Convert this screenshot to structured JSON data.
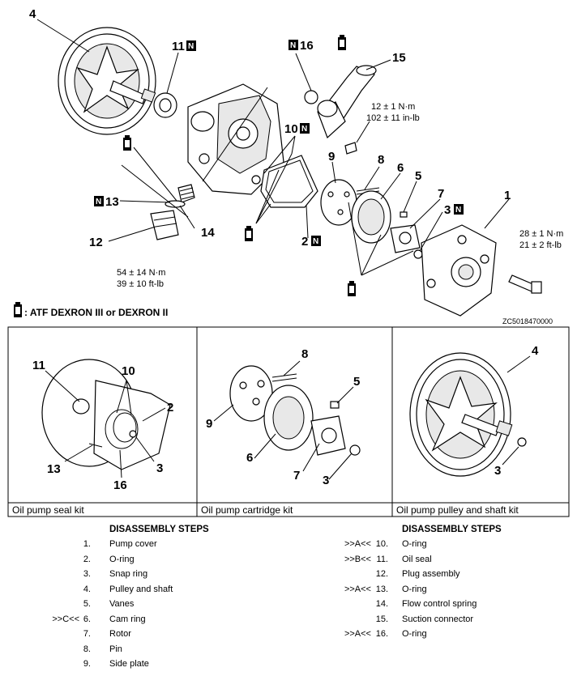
{
  "diagram": {
    "callouts": {
      "c1": "1",
      "c2": "2",
      "c3": "3",
      "c4": "4",
      "c5": "5",
      "c6": "6",
      "c7": "7",
      "c8": "8",
      "c9": "9",
      "c10": "10",
      "c11": "11",
      "c12": "12",
      "c13": "13",
      "c14": "14",
      "c15": "15",
      "c16": "16"
    },
    "new_part_marker": "N",
    "torque_specs": {
      "suction_connector_nm": "12 ± 1 N·m",
      "suction_connector_inlb": "102 ± 11 in-lb",
      "pump_cover_nm": "28 ± 1 N·m",
      "pump_cover_ftlb": "21 ± 2 ft-lb",
      "plug_nm": "54 ± 14 N·m",
      "plug_ftlb": "39 ± 10 ft-lb"
    },
    "legend": ": ATF DEXRON III  or DEXRON II",
    "figure_code": "ZC5018470000"
  },
  "kits": [
    {
      "title": "Oil pump seal kit",
      "labels": [
        "11",
        "10",
        "2",
        "13",
        "3",
        "16"
      ]
    },
    {
      "title": "Oil pump cartridge kit",
      "labels": [
        "8",
        "5",
        "9",
        "6",
        "7",
        "3"
      ]
    },
    {
      "title": "Oil pump pulley and shaft kit",
      "labels": [
        "4",
        "3"
      ]
    }
  ],
  "steps_left": {
    "header": "DISASSEMBLY STEPS",
    "rows": [
      {
        "mark": "",
        "num": "1.",
        "name": "Pump cover"
      },
      {
        "mark": "",
        "num": "2.",
        "name": "O-ring"
      },
      {
        "mark": "",
        "num": "3.",
        "name": "Snap ring"
      },
      {
        "mark": "",
        "num": "4.",
        "name": "Pulley and shaft"
      },
      {
        "mark": "",
        "num": "5.",
        "name": "Vanes"
      },
      {
        "mark": ">>C<<",
        "num": "6.",
        "name": "Cam ring"
      },
      {
        "mark": "",
        "num": "7.",
        "name": "Rotor"
      },
      {
        "mark": "",
        "num": "8.",
        "name": "Pin"
      },
      {
        "mark": "",
        "num": "9.",
        "name": "Side plate"
      }
    ]
  },
  "steps_right": {
    "header": "DISASSEMBLY STEPS",
    "rows": [
      {
        "mark": ">>A<<",
        "num": "10.",
        "name": "O-ring"
      },
      {
        "mark": ">>B<<",
        "num": "11.",
        "name": "Oil seal"
      },
      {
        "mark": "",
        "num": "12.",
        "name": "Plug assembly"
      },
      {
        "mark": ">>A<<",
        "num": "13.",
        "name": "O-ring"
      },
      {
        "mark": "",
        "num": "14.",
        "name": "Flow control spring"
      },
      {
        "mark": "",
        "num": "15.",
        "name": "Suction connector"
      },
      {
        "mark": ">>A<<",
        "num": "16.",
        "name": "O-ring"
      }
    ]
  }
}
